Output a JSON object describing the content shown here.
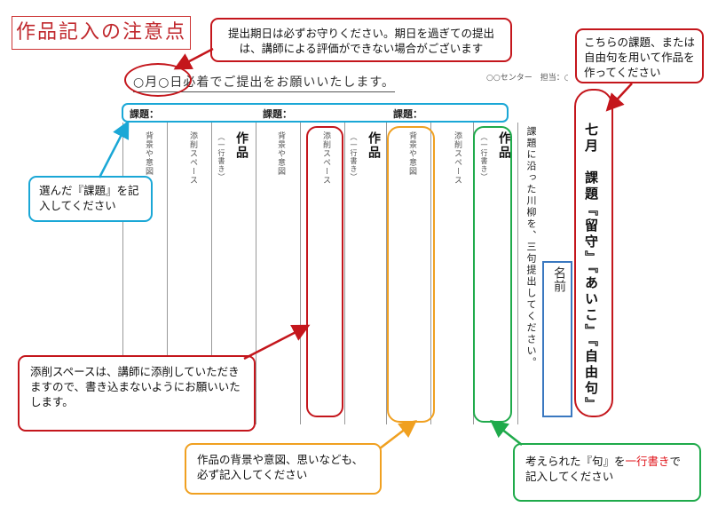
{
  "title": "作品記入の注意点",
  "deadline_callout": "提出期日は必ずお守りください。期日を過ぎての提出は、講師による評価ができない場合がございます",
  "deadline_line": "○月○日必着でご提出をお願いいたします。",
  "center_label": "○○センター　担当：○",
  "topic_callout": "こちらの課題、または自由句を用いて作品を作ってください",
  "topic_labels": [
    "課題：",
    "課題：",
    "課題："
  ],
  "col_labels": {
    "background": "背景や意図",
    "correction": "添削スペース",
    "oneline": "（一行書き）",
    "work": "作品"
  },
  "instruction_vertical": "課題に沿った川柳を、三句提出してください。",
  "name_label": "名前",
  "month_theme": "七月　課題『留守』『あいこ』『自由句』",
  "select_callout": "選んだ『課題』を記入してください",
  "correction_callout": "添削スペースは、講師に添削していただきますので、書き込まないようにお願いいたします。",
  "background_callout": "作品の背景や意図、思いなども、必ず記入してください",
  "oneline_callout_pre": "考えられた『句』を",
  "oneline_callout_hl": "一行書き",
  "oneline_callout_post": "で記入してください",
  "colors": {
    "red": "#c4161c",
    "blue": "#1aa7d6",
    "orange": "#f0a020",
    "green": "#1faa4b"
  }
}
